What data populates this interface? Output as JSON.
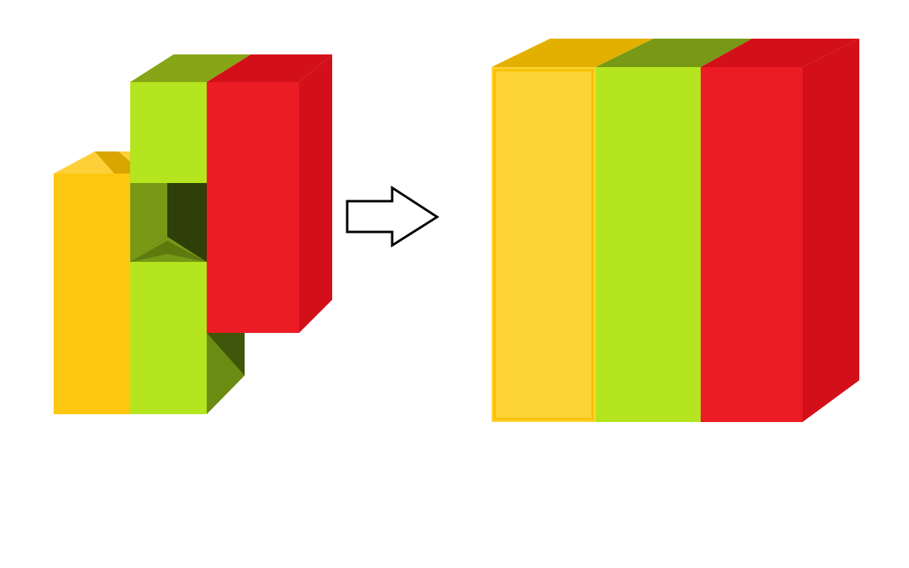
{
  "diagram": {
    "type": "3d-block-assembly",
    "description_items": [],
    "left_group": {
      "blocks": [
        {
          "name": "yellow-block",
          "color_front": "#fdc710",
          "color_top": "#fdd03a",
          "color_side": "#d9a600"
        },
        {
          "name": "green-block",
          "color_front": "#b4e51e",
          "color_top": "#86a617",
          "color_side": "#6b8c12",
          "color_cavity": "#2e3f07"
        },
        {
          "name": "red-block",
          "color_front": "#ec1c24",
          "color_top": "#d3101a",
          "color_side": "#d3101a"
        }
      ]
    },
    "arrow": {
      "direction": "right",
      "stroke": "#000000",
      "fill": "#ffffff"
    },
    "right_group": {
      "blocks": [
        {
          "name": "yellow-slab",
          "color_front": "#fed338",
          "color_top": "#e3b000"
        },
        {
          "name": "green-slab",
          "color_front": "#b4e51e",
          "color_top": "#789916"
        },
        {
          "name": "red-slab",
          "color_front": "#ec1c24",
          "color_top": "#d3101a",
          "color_side": "#d3101a"
        }
      ]
    }
  }
}
